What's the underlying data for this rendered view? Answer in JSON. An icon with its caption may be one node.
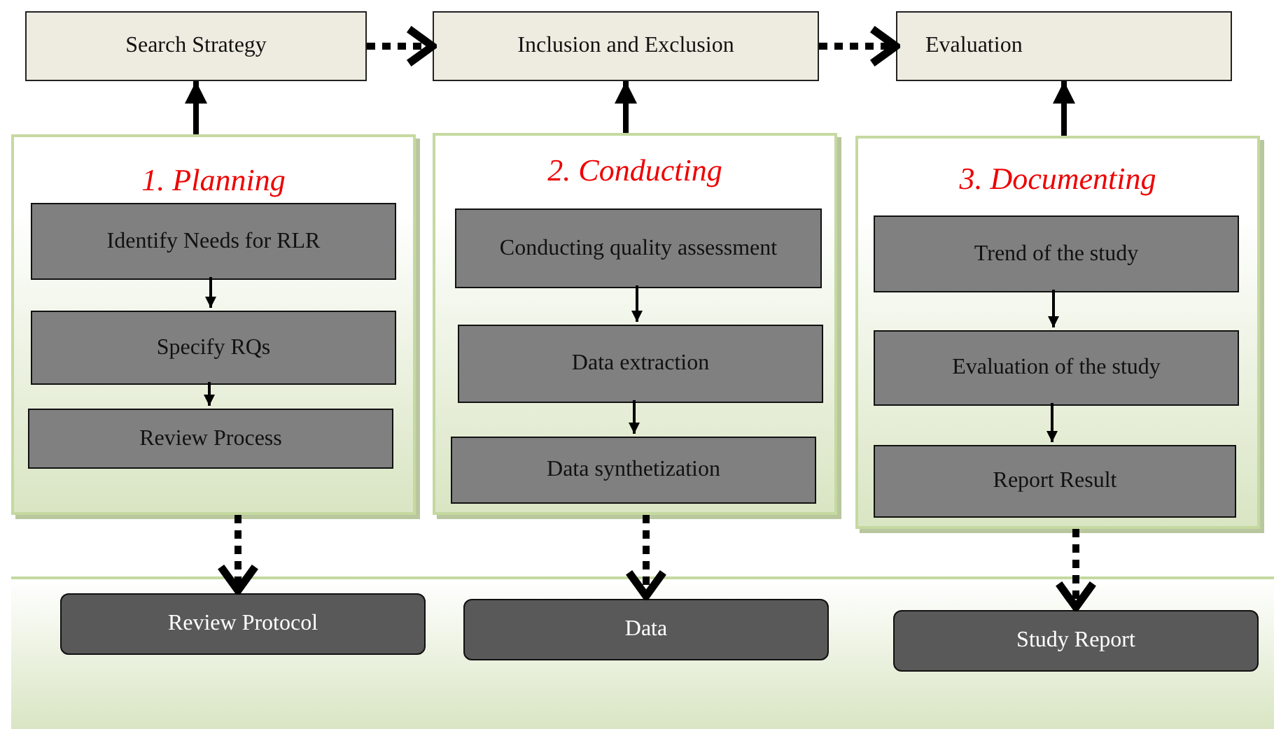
{
  "diagram": {
    "nodes": [
      {
        "text": [
          "Search Strategy"
        ]
      },
      {
        "text": [
          "Inclusion and Exclusion"
        ]
      },
      {
        "text": [
          "Evaluation"
        ]
      },
      {
        "text": [
          "1. Planning"
        ]
      },
      {
        "text": [
          "Identify Needs for RLR"
        ],
        "in": 3
      },
      {
        "text": [
          "Specify RQs"
        ],
        "in": 3
      },
      {
        "text": [
          "Review Process"
        ],
        "in": 3
      },
      {
        "text": [
          "2. Conducting"
        ]
      },
      {
        "text": [
          "Conducting quality assessment"
        ],
        "in": 7
      },
      {
        "text": [
          "Data extraction"
        ],
        "in": 7
      },
      {
        "text": [
          "Data synthetization"
        ],
        "in": 7
      },
      {
        "text": [
          "3. Documenting"
        ]
      },
      {
        "text": [
          "Trend of the study"
        ],
        "in": 11
      },
      {
        "text": [
          "Evaluation of the study"
        ],
        "in": 11
      },
      {
        "text": [
          "Report Result"
        ],
        "in": 11
      },
      {
        "text": [],
        "shape": "box"
      },
      {
        "text": [
          "Review Protocol"
        ],
        "in": 15
      },
      {
        "text": [
          "Data"
        ],
        "in": 15
      },
      {
        "text": [
          "Study Report"
        ],
        "in": 15
      }
    ],
    "edges": [
      {
        "from": 0,
        "to": 1,
        "arrow": "to",
        "style": "dashed"
      },
      {
        "from": 1,
        "to": 2,
        "arrow": "to",
        "style": "dashed"
      },
      {
        "from": 3,
        "to": 0,
        "arrow": "to"
      },
      {
        "from": 7,
        "to": 1,
        "arrow": "to"
      },
      {
        "from": 11,
        "to": 2,
        "arrow": "to"
      },
      {
        "from": 4,
        "to": 5,
        "arrow": "to"
      },
      {
        "from": 5,
        "to": 6,
        "arrow": "to"
      },
      {
        "from": 8,
        "to": 9,
        "arrow": "to"
      },
      {
        "from": 9,
        "to": 10,
        "arrow": "to"
      },
      {
        "from": 12,
        "to": 13,
        "arrow": "to"
      },
      {
        "from": 13,
        "to": 14,
        "arrow": "to"
      },
      {
        "from": 3,
        "to": 16,
        "arrow": "to",
        "style": "dashed"
      },
      {
        "from": 7,
        "to": 17,
        "arrow": "to",
        "style": "dashed"
      },
      {
        "from": 11,
        "to": 18,
        "arrow": "to",
        "style": "dashed"
      }
    ]
  }
}
